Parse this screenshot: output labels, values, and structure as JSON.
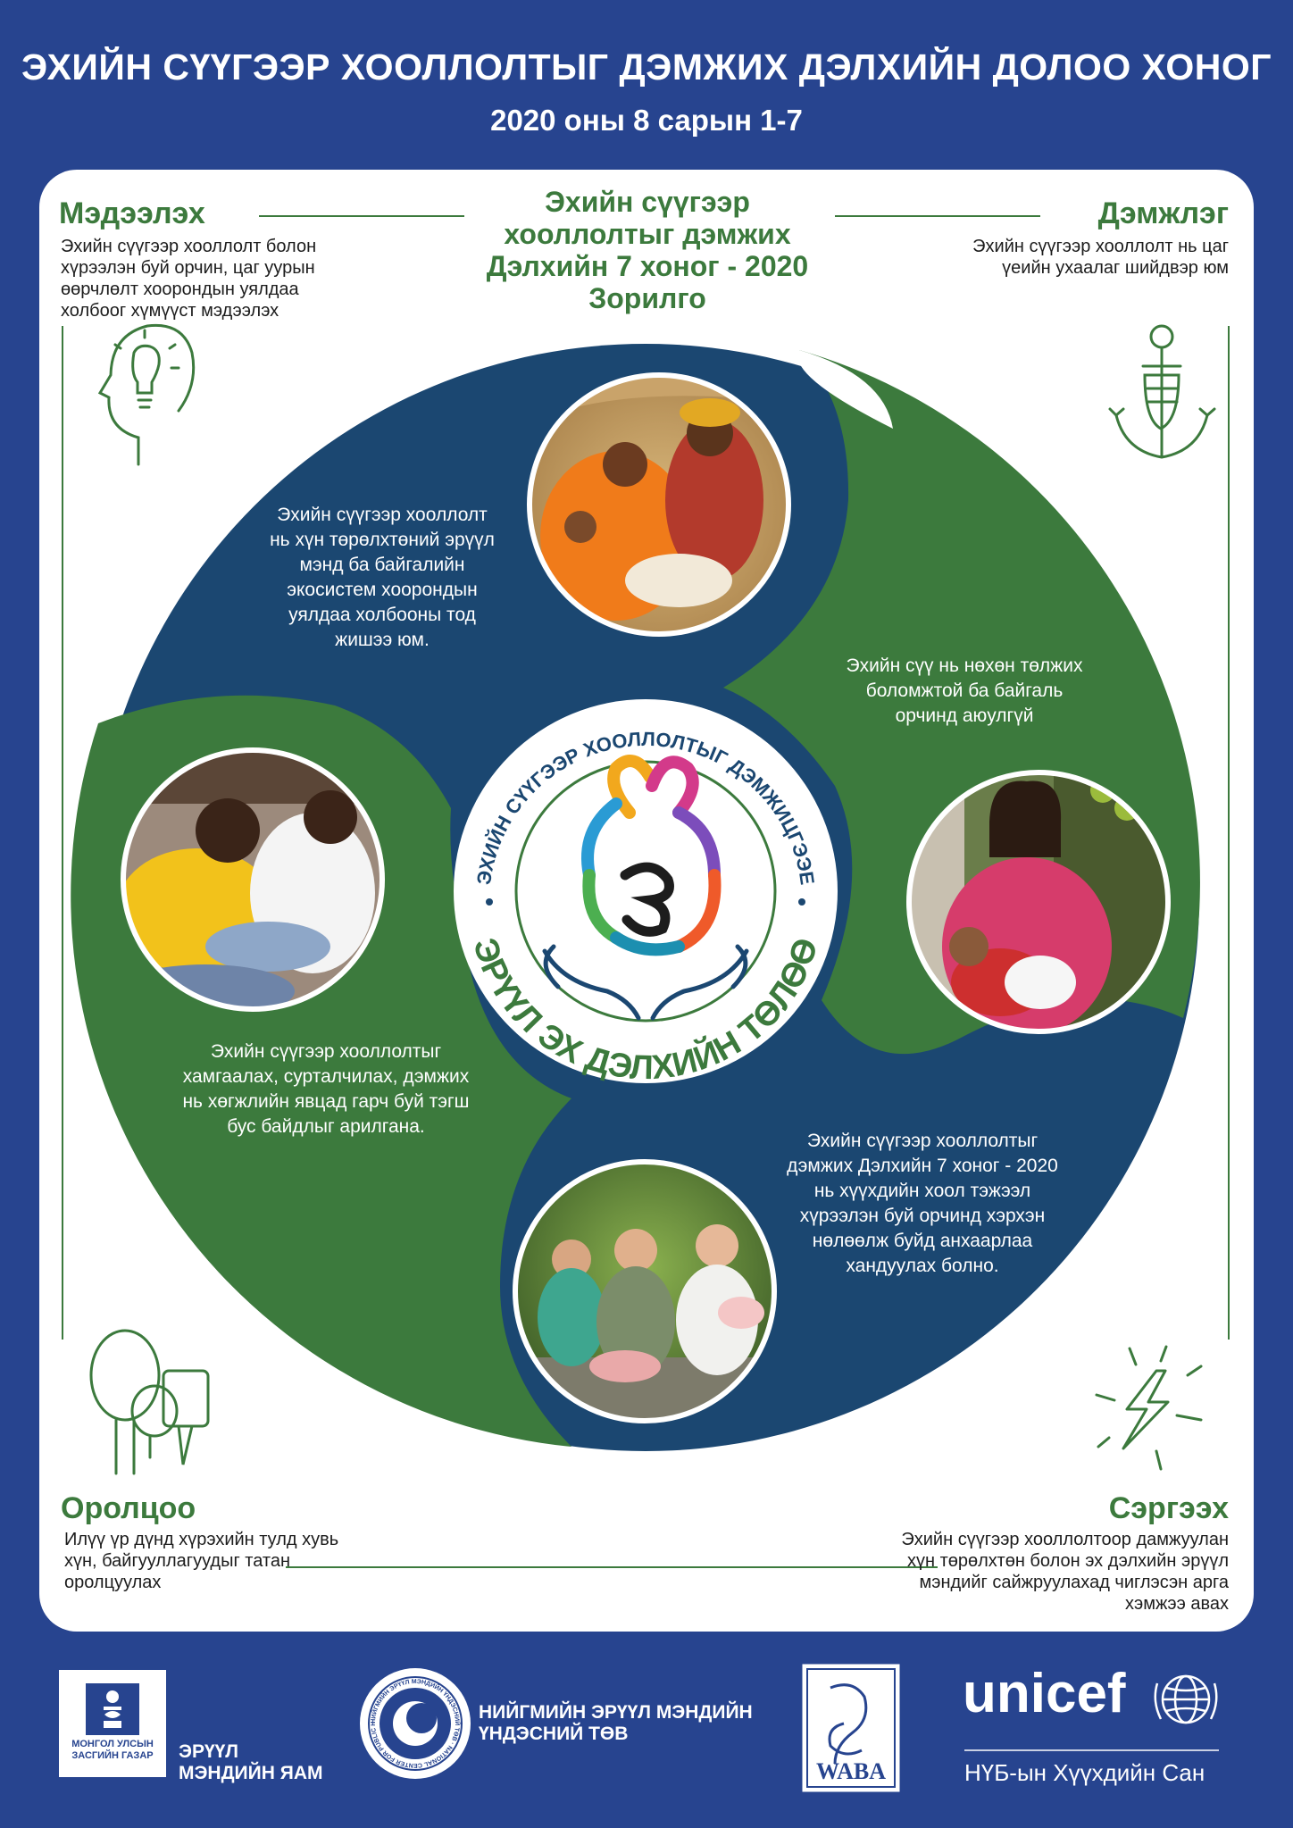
{
  "header": {
    "title": "ЭХИЙН СҮҮГЭЭР ХООЛЛОЛТЫГ ДЭМЖИХ ДЭЛХИЙН ДОЛОО ХОНОГ",
    "date": "2020 оны 8 сарын 1-7"
  },
  "goal": {
    "lines": [
      "Эхийн сүүгээр",
      "хооллолтыг дэмжих",
      "Дэлхийн 7 хоног - 2020",
      "Зорилго"
    ]
  },
  "corners": {
    "inform": {
      "title": "Мэдээлэх",
      "lines": [
        "Эхийн сүүгээр хооллолт болон",
        "хүрээлэн буй орчин, цаг уурын",
        "өөрчлөлт хоорондын  уялдаа",
        "холбоог хүмүүст мэдээлэх"
      ]
    },
    "anchor": {
      "title": "Дэмжлэг",
      "lines": [
        "Эхийн сүүгээр хооллолт нь цаг",
        "үеийн ухаалаг шийдвэр юм"
      ]
    },
    "engage": {
      "title": "Оролцоо",
      "lines": [
        "Илүү үр дүнд хүрэхийн тулд хувь",
        "хүн, байгууллагуудыг татан",
        "оролцуулах"
      ]
    },
    "galvanise": {
      "title": "Сэргээх",
      "lines": [
        "Эхийн сүүгээр хооллолтоор дамжуулан",
        "хүн төрөлхтөн болон эх дэлхийн эрүүл",
        "мэндийг сайжруулахад чиглэсэн арга",
        "хэмжээ авах"
      ]
    }
  },
  "segments": {
    "top": [
      "Эхийн сүүгээр хооллолт",
      "нь хүн төрөлхтөний эрүүл",
      "мэнд ба байгалийн",
      "экосистем хоорондын",
      "уялдаа холбооны тод",
      "жишээ юм."
    ],
    "right": [
      "Эхийн сүү нь нөхөн төлжих",
      "боломжтой ба байгаль",
      "орчинд аюулгүй"
    ],
    "left": [
      "Эхийн сүүгээр хооллолтыг",
      "хамгаалах, сурталчилах, дэмжих",
      "нь хөгжлийн явцад гарч буй тэгш",
      "бус байдлыг арилгана."
    ],
    "bottom": [
      "Эхийн сүүгээр хооллолтыг",
      "дэмжих Дэлхийн 7 хоног - 2020",
      "нь хүүхдийн хоол тэжээл",
      "хүрээлэн буй орчинд хэрхэн",
      "нөлөөлж буйд анхаарлаа",
      "хандуулах болно."
    ]
  },
  "emblem": {
    "arc_top": "ЭХИЙН СҮҮГЭЭР ХООЛЛОЛТЫГ ДЭМЖИЦГЭЭЕ",
    "arc_bottom": "ЭРҮҮЛ ЭХ ДЭЛХИЙН ТӨЛӨӨ"
  },
  "footer": {
    "gov_logo_text": [
      "МОНГОЛ УЛСЫН",
      "ЗАСГИЙН ГАЗАР"
    ],
    "ministry": [
      "ЭРҮҮЛ",
      "МЭНДИЙН ЯАМ"
    ],
    "ncph_ring": "НИЙГМИЙН ЭРҮҮЛ МЭНДИЙН ҮНДЭСНИЙ ТӨВ · NATIONAL CENTER FOR PUBLIC HEALTH ·",
    "ncph": [
      "НИЙГМИЙН ЭРҮҮЛ МЭНДИЙН",
      "ҮНДЭСНИЙ ТӨВ"
    ],
    "waba": "WABA",
    "unicef": "unicef",
    "unicef_sub": "НҮБ-ын Хүүхдийн Сан"
  },
  "colors": {
    "background": "#27448f",
    "navy": "#1b4771",
    "green": "#3c7a3d",
    "white": "#ffffff"
  },
  "icons": [
    "lightbulb-head-icon",
    "anchor-hand-icon",
    "speech-bubbles-icon",
    "lightning-bolt-icon"
  ]
}
